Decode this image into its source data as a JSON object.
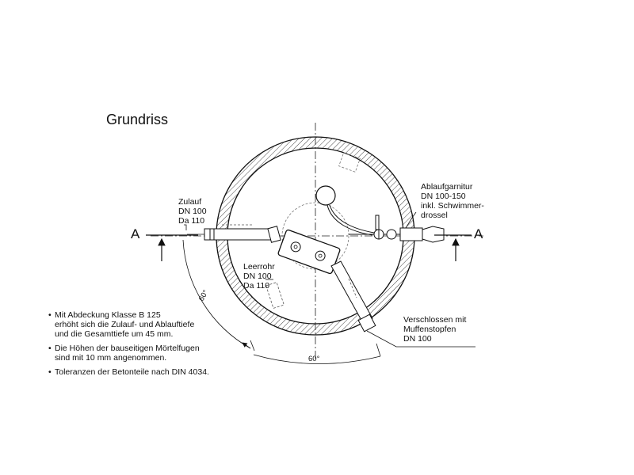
{
  "title": "Grundriss",
  "section_marker": {
    "left": "A",
    "right": "A"
  },
  "labels": {
    "inlet": [
      "Zulauf",
      "DN 100",
      "Da 110"
    ],
    "empty_pipe": [
      "Leerrohr",
      "DN 100",
      "Da 110"
    ],
    "outlet": [
      "Ablaufgarnitur",
      "DN 100-150",
      "inkl. Schwimmer-",
      "drossel"
    ],
    "closed": [
      "Verschlossen mit",
      "Muffenstopfen",
      "DN 100"
    ]
  },
  "angles": {
    "left": "60°",
    "bottom": "60°"
  },
  "notes": [
    [
      "Mit Abdeckung Klasse B 125",
      "erhöht sich die Zulauf- und Ablauftiefe",
      "und die Gesamttiefe um 45 mm."
    ],
    [
      "Die Höhen der bauseitigen Mörtelfugen",
      "sind mit 10 mm angenommen."
    ],
    [
      "Toleranzen der Betonteile nach DIN 4034."
    ]
  ]
}
